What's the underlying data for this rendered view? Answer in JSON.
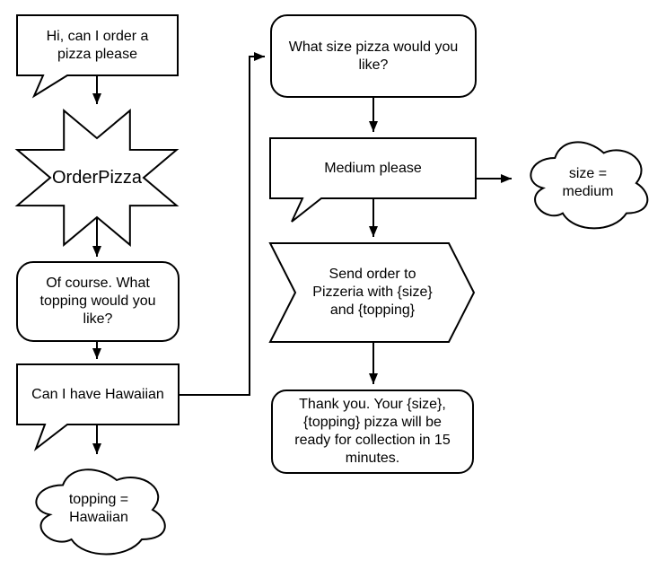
{
  "theme": {
    "background": "#ffffff",
    "shape_fill": "#ffffff",
    "stroke": "#000000",
    "text_color": "#000000"
  },
  "nodes": {
    "user_greeting": {
      "shape": "speech-bubble",
      "text": "Hi, can I order a\npizza please"
    },
    "intent": {
      "shape": "8-point-star",
      "text": "OrderPizza"
    },
    "bot_topping_question": {
      "shape": "rounded-rectangle",
      "text": "Of course. What\ntopping would you\nlike?"
    },
    "user_topping_reply": {
      "shape": "speech-bubble",
      "text": "Can I have Hawaiian"
    },
    "topping_variable": {
      "shape": "cloud",
      "text": "topping =\nHawaiian"
    },
    "bot_size_question": {
      "shape": "rounded-rectangle",
      "text": "What size pizza would you\nlike?"
    },
    "user_size_reply": {
      "shape": "speech-bubble",
      "text": "Medium please"
    },
    "size_variable": {
      "shape": "cloud",
      "text": "size =\nmedium"
    },
    "send_order": {
      "shape": "step-arrow",
      "text": "Send order to\nPizzeria with {size}\nand {topping}"
    },
    "bot_confirmation": {
      "shape": "rounded-rectangle",
      "text": "Thank you. Your {size},\n{topping} pizza will be\nready for collection in 15\nminutes."
    }
  },
  "connectors": [
    {
      "from": "user_greeting",
      "to": "intent"
    },
    {
      "from": "intent",
      "to": "bot_topping_question"
    },
    {
      "from": "bot_topping_question",
      "to": "user_topping_reply"
    },
    {
      "from": "user_topping_reply",
      "to": "topping_variable"
    },
    {
      "from": "user_topping_reply",
      "to": "bot_size_question"
    },
    {
      "from": "bot_size_question",
      "to": "user_size_reply"
    },
    {
      "from": "user_size_reply",
      "to": "size_variable"
    },
    {
      "from": "user_size_reply",
      "to": "send_order"
    },
    {
      "from": "send_order",
      "to": "bot_confirmation"
    }
  ]
}
